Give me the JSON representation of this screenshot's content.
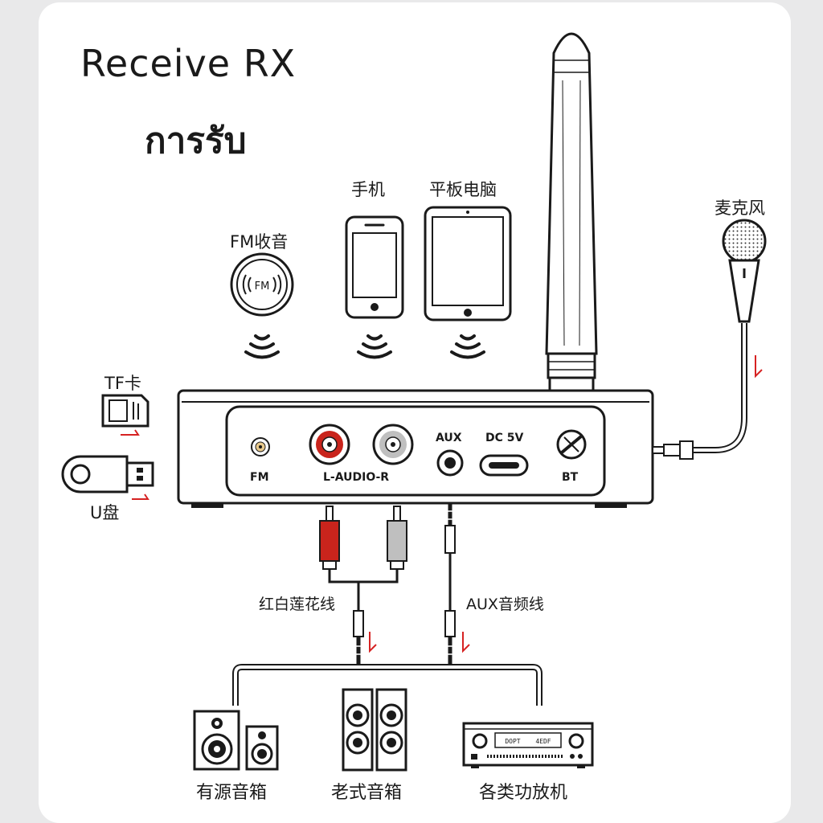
{
  "title": "Receive RX",
  "subtitle": "การรับ",
  "sources": {
    "fm_radio": "FM收音",
    "phone": "手机",
    "tablet": "平板电脑",
    "microphone": "麦克风",
    "tf_card": "TF卡",
    "usb_drive": "U盘"
  },
  "device_ports": {
    "fm": "FM",
    "audio_lr": "L-AUDIO-R",
    "aux": "AUX",
    "dc": "DC 5V",
    "bt": "BT"
  },
  "fm_icon_text": "FM",
  "cables": {
    "rca": "红白莲花线",
    "aux": "AUX音频线"
  },
  "outputs": {
    "active_speaker": "有源音箱",
    "classic_speaker": "老式音箱",
    "amplifier": "各类功放机"
  },
  "amp_display": {
    "left": "DOPT",
    "right": "4EDF"
  },
  "colors": {
    "outline": "#1a1a1a",
    "arrow": "#d62222",
    "rca_red": "#c9241c",
    "rca_white": "#bfbfbf",
    "fm_port": "#e8c98c"
  }
}
